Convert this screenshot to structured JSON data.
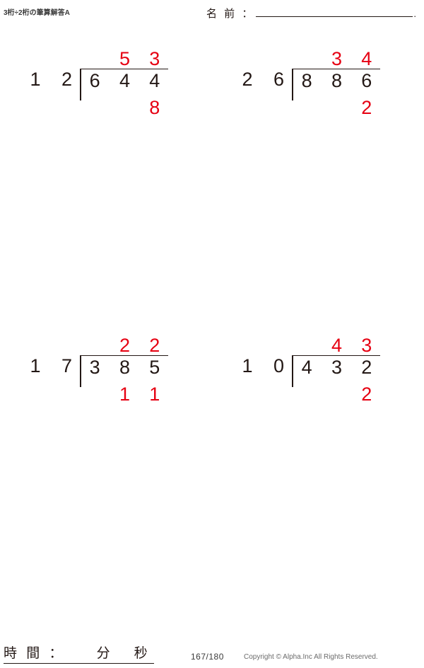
{
  "header": {
    "title": "3桁÷2桁の筆算解答A",
    "name_label": "名 前 ：",
    "name_value": "",
    "name_trailing_dot": "."
  },
  "colors": {
    "answer_red": "#e60012",
    "ink_black": "#231815"
  },
  "problems": [
    {
      "id": "problem-1",
      "divisor": "1 2",
      "dividend": [
        "6",
        "4",
        "4"
      ],
      "quotient": [
        "",
        "5",
        "3"
      ],
      "remainder": [
        "",
        "",
        "8"
      ]
    },
    {
      "id": "problem-2",
      "divisor": "2 6",
      "dividend": [
        "8",
        "8",
        "6"
      ],
      "quotient": [
        "",
        "3",
        "4"
      ],
      "remainder": [
        "",
        "",
        "2"
      ]
    },
    {
      "id": "problem-3",
      "divisor": "1 7",
      "dividend": [
        "3",
        "8",
        "5"
      ],
      "quotient": [
        "",
        "2",
        "2"
      ],
      "remainder": [
        "",
        "1",
        "1"
      ]
    },
    {
      "id": "problem-4",
      "divisor": "1 0",
      "dividend": [
        "4",
        "3",
        "2"
      ],
      "quotient": [
        "",
        "4",
        "3"
      ],
      "remainder": [
        "",
        "",
        "2"
      ]
    }
  ],
  "footer": {
    "time_label": "時 間 ：",
    "minutes_unit": "分",
    "seconds_unit": "秒",
    "page_number": "167/180",
    "copyright": "Copyright © Alpha.Inc All Rights Reserved."
  }
}
